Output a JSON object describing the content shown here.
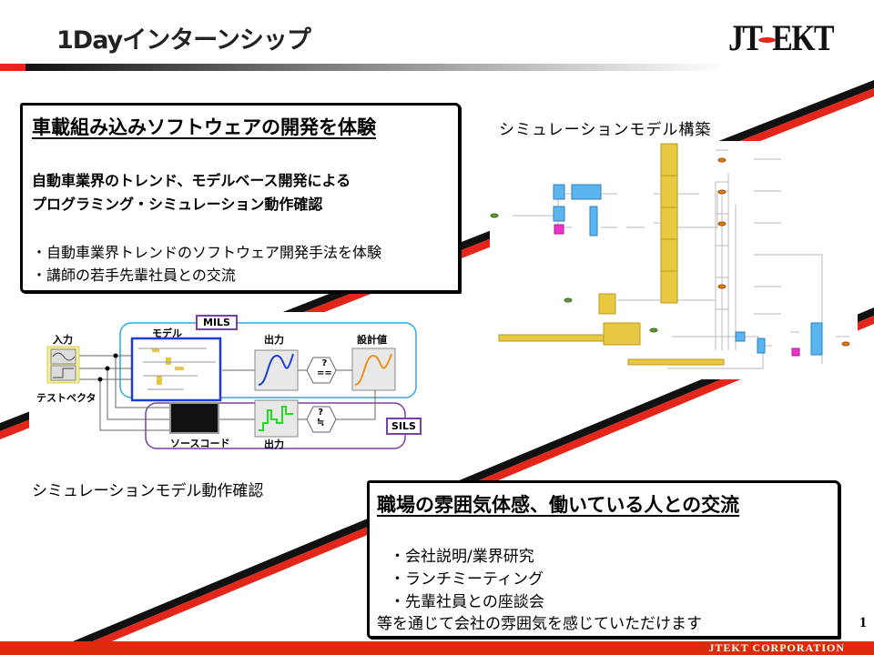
{
  "header": {
    "title": "1Dayインターンシップ",
    "logo_text": "JTEKT"
  },
  "box1": {
    "heading": "車載組み込みソフトウェアの開発を体験",
    "subtitle_line1": "自動車業界のトレンド、モデルベース開発による",
    "subtitle_line2": "プログラミング・シミュレーション動作確認",
    "bullets": [
      "・自動車業界トレンドのソフトウェア開発手法を体験",
      "・講師の若手先輩社員との交流"
    ]
  },
  "simulation": {
    "title": "シミュレーションモデル構築"
  },
  "diagram": {
    "caption": "シミュレーションモデル動作確認",
    "input_label": "入力",
    "test_vector_label": "テストベクタ",
    "model_label": "モデル",
    "output_label_mils": "出力",
    "design_value_label": "設計値",
    "mils_label": "MILS",
    "compare_equal": "?\n==",
    "compare_approx": "?\n≒",
    "source_code_label": "ソースコード",
    "output_label_sils": "出力",
    "sils_label": "SILS"
  },
  "box2": {
    "heading": "職場の雰囲気体感、働いている人との交流",
    "bullets": [
      "・会社説明/業界研究",
      "・ランチミーティング",
      "・先輩社員との座談会"
    ],
    "footer": "等を通じて会社の雰囲気を感じていただけます"
  },
  "page_number": "1",
  "footer": {
    "company": "JTEKT CORPORATION"
  },
  "colors": {
    "brand_red": "#e4261a",
    "footer_red": "#dd2a0c",
    "mils_blue": "#2aa8e8",
    "sils_purple": "#7a3fa8",
    "block_yellow": "#e8c840",
    "block_blue": "#5ab4ee"
  }
}
